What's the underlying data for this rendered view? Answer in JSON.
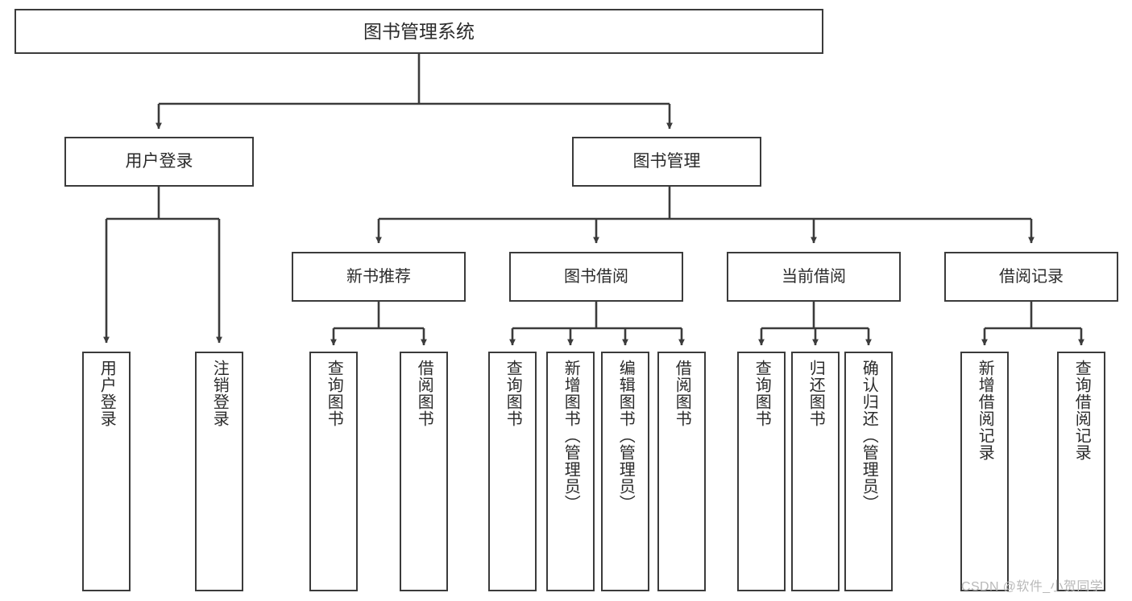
{
  "diagram": {
    "type": "tree-hierarchy",
    "title": "图书管理系统",
    "levels": 4,
    "root": {
      "label": "图书管理系统"
    },
    "level2": [
      {
        "label": "用户登录"
      },
      {
        "label": "图书管理"
      }
    ],
    "level3": [
      {
        "label": "新书推荐",
        "parent": "图书管理"
      },
      {
        "label": "图书借阅",
        "parent": "图书管理"
      },
      {
        "label": "当前借阅",
        "parent": "图书管理"
      },
      {
        "label": "借阅记录",
        "parent": "图书管理"
      }
    ],
    "leaves": [
      {
        "label": "用户登录",
        "parent": "用户登录"
      },
      {
        "label": "注销登录",
        "parent": "用户登录"
      },
      {
        "label": "查询图书",
        "parent": "新书推荐"
      },
      {
        "label": "借阅图书",
        "parent": "新书推荐"
      },
      {
        "label": "查询图书",
        "parent": "图书借阅"
      },
      {
        "label": "新增图书（管理员）",
        "parent": "图书借阅"
      },
      {
        "label": "编辑图书（管理员）",
        "parent": "图书借阅"
      },
      {
        "label": "借阅图书",
        "parent": "图书借阅"
      },
      {
        "label": "查询图书",
        "parent": "当前借阅"
      },
      {
        "label": "归还图书",
        "parent": "当前借阅"
      },
      {
        "label": "确认归还（管理员）",
        "parent": "当前借阅"
      },
      {
        "label": "新增借阅记录",
        "parent": "借阅记录"
      },
      {
        "label": "查询借阅记录",
        "parent": "借阅记录"
      }
    ]
  },
  "watermark": {
    "text": "CSDN @软件_小贺同学"
  },
  "colors": {
    "stroke": "#3b3b3b",
    "background": "#ffffff",
    "text": "#2b2b2b",
    "watermark": "#b9b9b9"
  }
}
